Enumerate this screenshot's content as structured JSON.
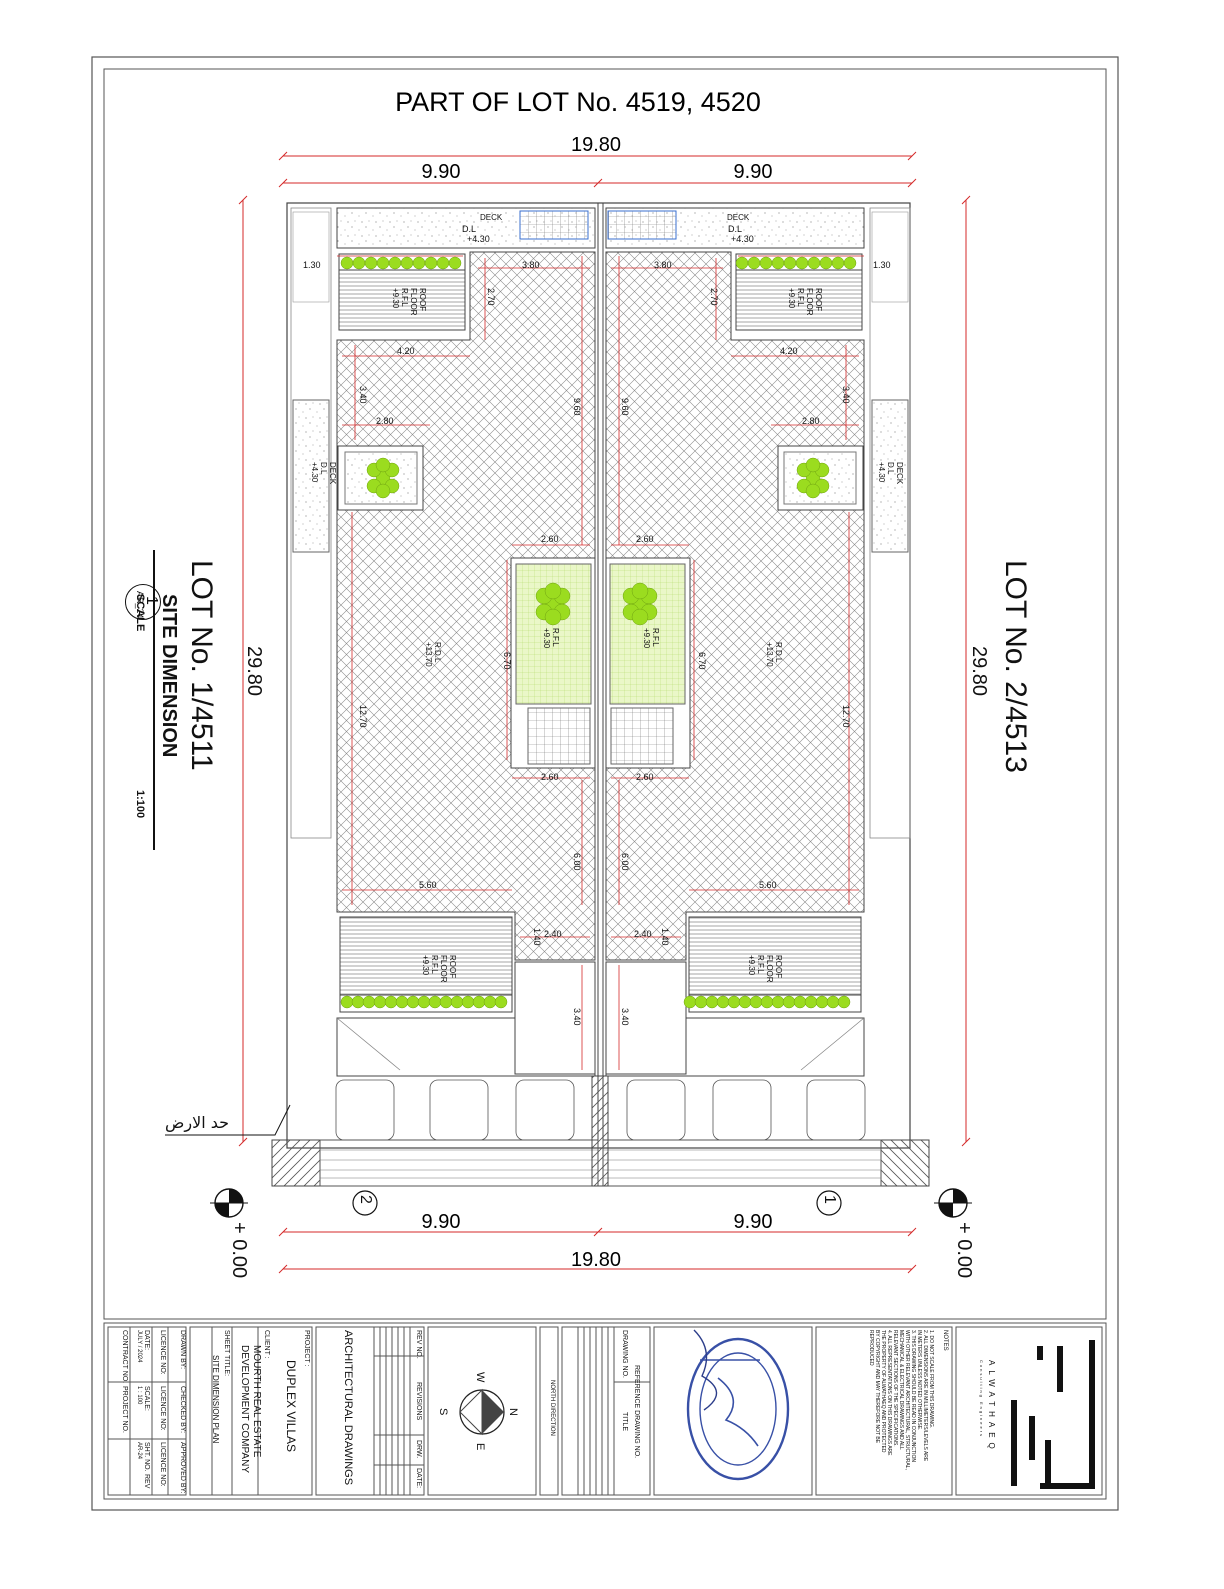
{
  "sheet_title": "PART OF LOT No. 4519, 4520",
  "dims": {
    "top_total": "19.80",
    "top_left": "9.90",
    "top_right": "9.90",
    "bottom_total": "19.80",
    "bottom_left": "9.90",
    "bottom_right": "9.90",
    "left_depth": "29.80",
    "right_depth": "29.80",
    "r1_30": "1.30",
    "r3_80": "3.80",
    "r2_70": "2.70",
    "r4_20": "4.20",
    "r3_40": "3.40",
    "r2_80": "2.80",
    "r9_60": "9.60",
    "r2_60": "2.60",
    "r6_70": "6.70",
    "r12_70": "12.70",
    "r6_00": "6.00",
    "r5_60": "5.60",
    "r2_40": "2.40",
    "r1_40": "1.40",
    "r3_40b": "3.40"
  },
  "labels": {
    "deck": "DECK",
    "dl": "D.L",
    "deck_level": "+4.30",
    "roof_floor_1": "ROOF",
    "roof_floor_2": "FLOOR",
    "rfl": "R.F.L",
    "roof_level": "+9.30",
    "rdl": "R.D.L",
    "rdl_level": "+13.70",
    "ground": "+ 0.00",
    "unit1": "1",
    "unit2": "2",
    "land_boundary": "حد الارض"
  },
  "left_lot": "LOT No. 1/4511",
  "right_lot": "LOT No. 2/4513",
  "view_title": {
    "number": "1",
    "ref": "AR_24",
    "name": "SITE DIMENSION",
    "scale_label": "SCALE",
    "scale": "1:100"
  },
  "title_block": {
    "drawn_by": "DRAWN BY:",
    "checked_by": "CHECKED BY:",
    "approved_by": "APPROVED BY:",
    "licence_no1": "LICENCE NO:",
    "licence_no2": "LICENCE NO:",
    "licence_no3": "LICENCE NO:",
    "date_label": "DATE:",
    "date": "JULY / 2024",
    "scale_label": "SCALE:",
    "scale": "1 : 100",
    "sht_no_label": "SHT. NO.",
    "sht_no": "AR-24",
    "rev_label": "REV",
    "contract_no": "CONTRACT NO.",
    "project_no": "PROJECT NO.",
    "client_label": "CLIENT :",
    "client_1": "MOURTH REAL ESTATE",
    "client_2": "DEVELOPMENT COMPANY",
    "sheet_title_label": "SHEET TITLE:",
    "sheet_title": "SITE DIMENSION PLAN",
    "project_label": "PROJECT :",
    "project": "DUPLEX VILLAS",
    "discipline": "ARCHITECTURAL DRAWINGS",
    "rev_no": "REV NO.",
    "revisions": "REVISIONS",
    "drw": "DRW.",
    "date_col": "DATE:",
    "north_direction": "NORTH DIRECTION",
    "compass": {
      "n": "N",
      "s": "S",
      "e": "E",
      "w": "W"
    },
    "drawing_no": "DRAWING NO.",
    "reference_drawing_no": "REFERENCE DRAWING NO.",
    "title": "TITLE",
    "notes_label": "NOTES",
    "notes": [
      "1. DO NOT SCALE FROM THIS DRAWING.",
      "2. ALL DIMENSIONS ARE IN MILLIMETERS/LEVELS ARE",
      "IN METERS UNLESS NOTED OTHERWISE.",
      "3. THIS DRAWING SHOULD BE READ IN CONJUNCTION",
      "WITH OTHER RELEVANT ARCHITECTURAL, STRUCTURAL,",
      "MECHANICAL & ELECTRICAL DRAWINGS AND ALL",
      "RELEVANT SECTIONS OF THE SPECIFICATIONS.",
      "4. ALL REPRESENTATIONS ON THIS DRAWINGS ARE",
      "THE PROPERTY OF ALWATHAEQ AND PROTECTED",
      "BY COPYRIGHT AND MAY THEREFORE NOT BE",
      "REPRODUCED"
    ],
    "logo_name": "ALWATHAEQ",
    "logo_sub": "Consulting Engineers"
  },
  "colors": {
    "dimension": "#d42a2a",
    "line": "#333333",
    "planting": "#9bdc1f"
  }
}
